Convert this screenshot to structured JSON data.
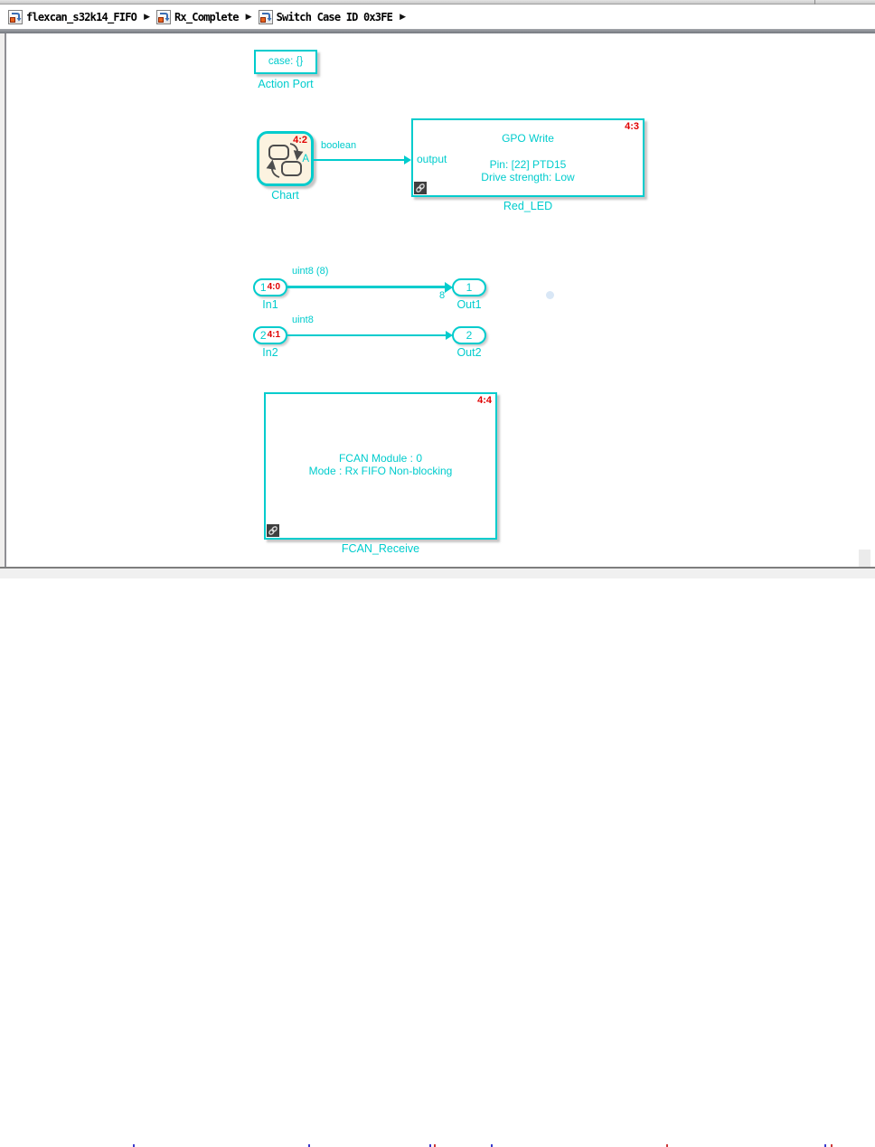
{
  "breadcrumb": {
    "separator": "▶",
    "items": [
      {
        "label": "flexcan_s32k14_FIFO"
      },
      {
        "label": "Rx_Complete"
      },
      {
        "label": "Switch Case ID 0x3FE"
      }
    ]
  },
  "colors": {
    "signal_cyan": "#00cccd",
    "annotation_red": "#e00000",
    "chart_fill": "#fcf3e0"
  },
  "blocks": {
    "action_port": {
      "text": "case: {}",
      "label": "Action Port"
    },
    "chart": {
      "label": "Chart",
      "annotation": "4:2",
      "port_out": "A"
    },
    "gpo_write": {
      "title": "GPO Write",
      "pin_line": "Pin: [22] PTD15",
      "drive_line": "Drive strength: Low",
      "annotation": "4:3",
      "port_in": "output",
      "label": "Red_LED"
    },
    "in1": {
      "number": "1",
      "annotation": "4:0",
      "label": "In1"
    },
    "out1": {
      "number": "1",
      "label": "Out1"
    },
    "in2": {
      "number": "2",
      "annotation": "4:1",
      "label": "In2"
    },
    "out2": {
      "number": "2",
      "label": "Out2"
    },
    "fcan_receive": {
      "module_line": "FCAN Module : 0",
      "mode_line": "Mode : Rx FIFO Non-blocking",
      "annotation": "4:4",
      "label": "FCAN_Receive"
    }
  },
  "signals": {
    "chart_to_gpo": {
      "label": "boolean"
    },
    "in1_to_out1": {
      "label": "uint8 (8)",
      "width_label": "8"
    },
    "in2_to_out2": {
      "label": "uint8"
    }
  }
}
